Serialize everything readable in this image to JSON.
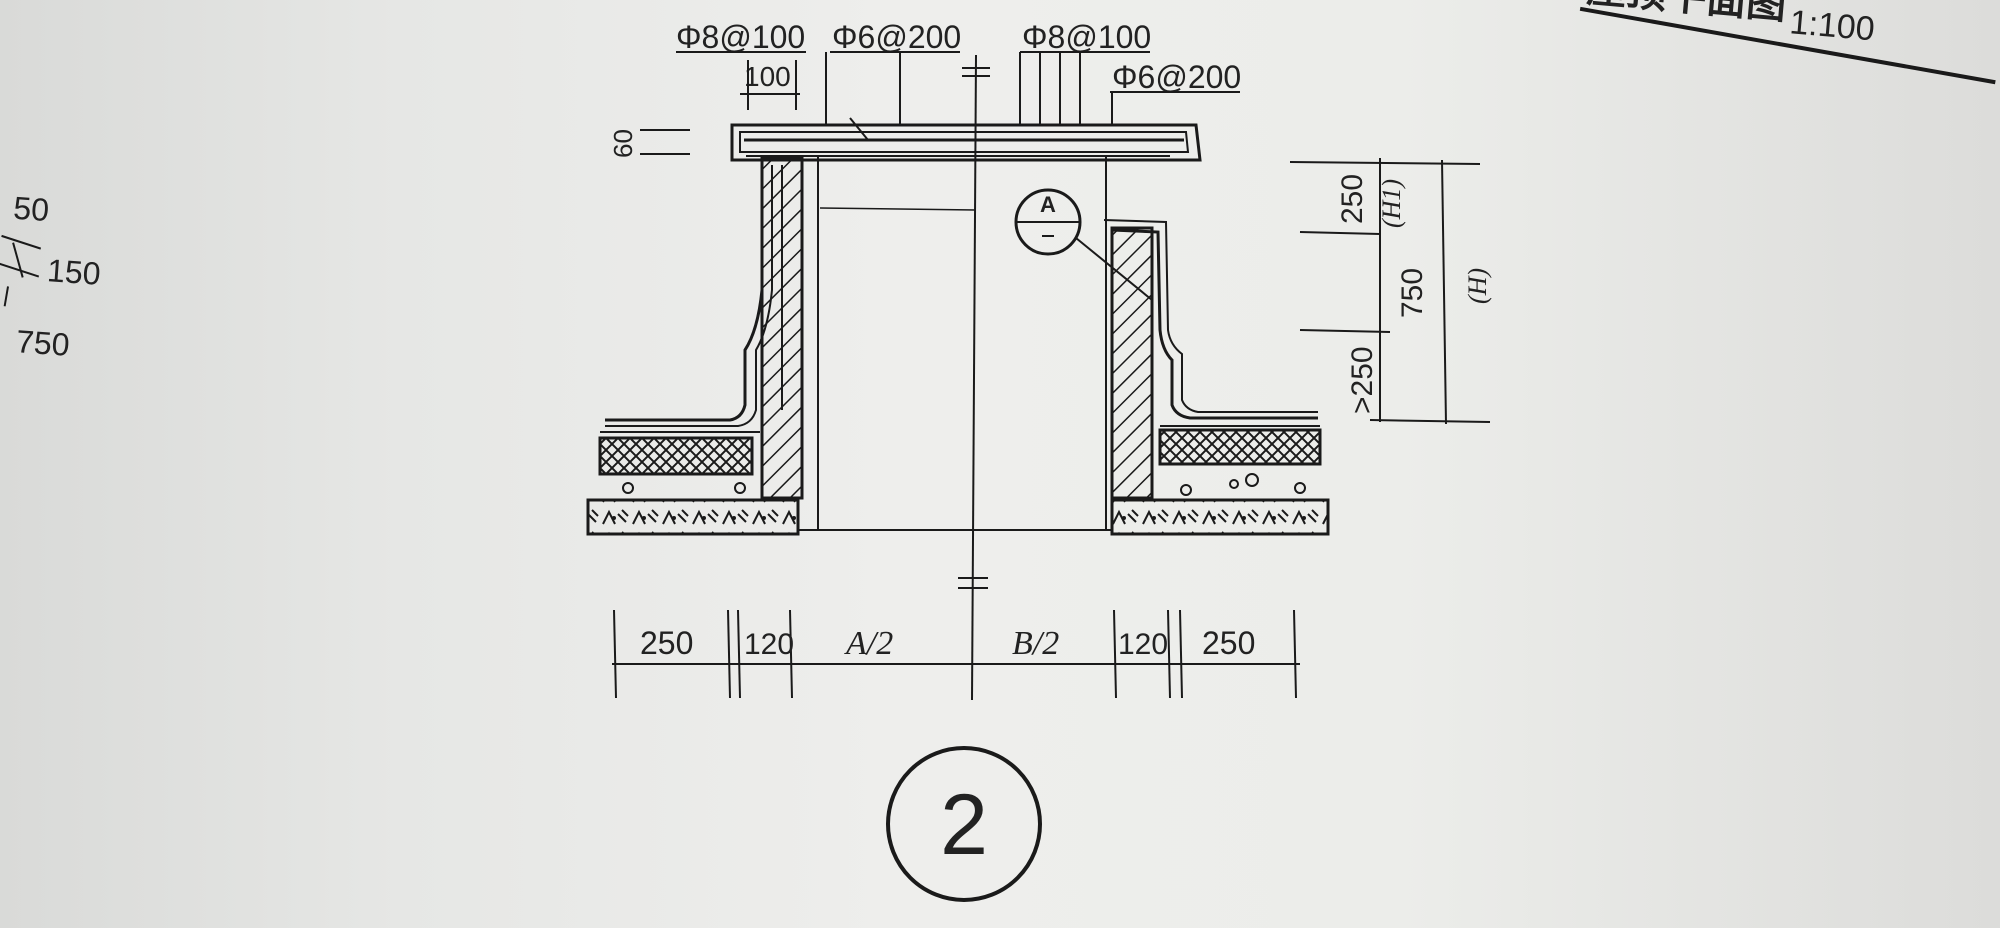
{
  "header_fragment": {
    "title": "屋顶平面图",
    "scale": "1:100"
  },
  "left_fragment": {
    "dim_1": "50",
    "dim_2": "150",
    "dim_3": "750"
  },
  "rebar_labels": {
    "top_left_1": "Φ8@100",
    "top_left_2": "Φ6@200",
    "top_right_1": "Φ8@100",
    "top_right_2": "Φ6@200",
    "overhang": "100",
    "slab_thickness": "60"
  },
  "section_marker": {
    "label": "A"
  },
  "vertical_dims": {
    "d1": "250",
    "d1_sub": "(H1)",
    "d2": "750",
    "total": "(H)",
    "d3": ">250"
  },
  "bottom_dims": [
    "250",
    "120",
    "A/2",
    "B/2",
    "120",
    "250"
  ],
  "detail_number": "2"
}
